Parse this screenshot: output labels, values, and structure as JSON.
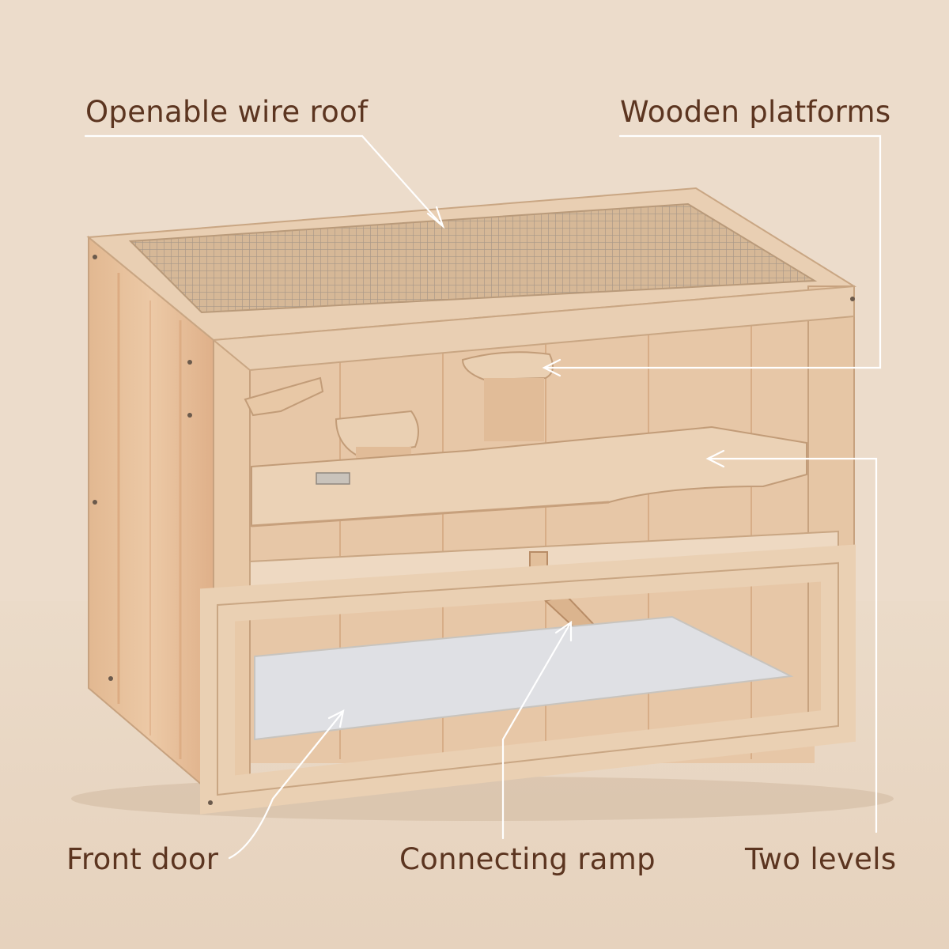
{
  "callouts": {
    "roof": "Openable wire roof",
    "platforms": "Wooden platforms",
    "door": "Front door",
    "ramp": "Connecting ramp",
    "levels": "Two levels"
  },
  "colors": {
    "background": "#ecdccb",
    "text": "#5c3520",
    "leader_line": "#ffffff",
    "wood": "#e3c3a2",
    "tray": "#dfe0e4"
  }
}
